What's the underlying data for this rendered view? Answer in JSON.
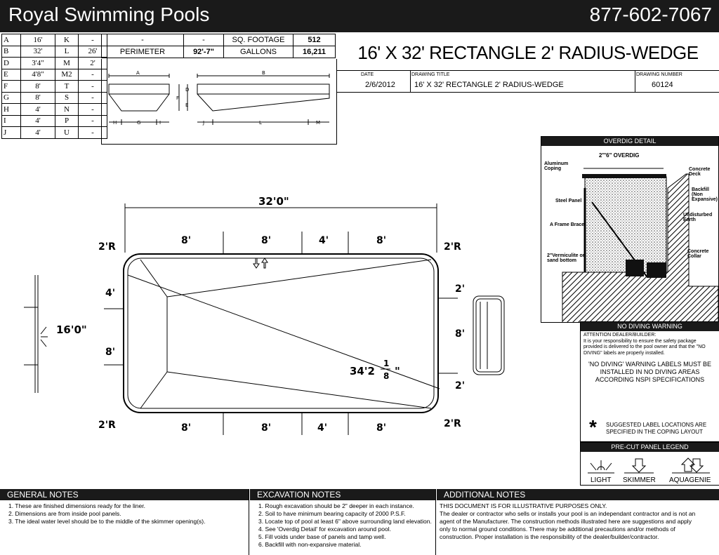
{
  "header": {
    "company": "Royal Swimming Pools",
    "phone": "877-602-7067"
  },
  "dims_table": [
    [
      "A",
      "16'",
      "K",
      "-"
    ],
    [
      "B",
      "32'",
      "L",
      "26'"
    ],
    [
      "D",
      "3'4\"",
      "M",
      "2'"
    ],
    [
      "E",
      "4'8\"",
      "M2",
      "-"
    ],
    [
      "F",
      "8'",
      "T",
      "-"
    ],
    [
      "G",
      "8'",
      "S",
      "-"
    ],
    [
      "H",
      "4'",
      "N",
      "-"
    ],
    [
      "I",
      "4'",
      "P",
      "-"
    ],
    [
      "J",
      "4'",
      "U",
      "-"
    ]
  ],
  "summary": {
    "r1c1": "-",
    "r1c2": "-",
    "sq_label": "SQ. FOOTAGE",
    "sq_value": "512",
    "perim_label": "PERIMETER",
    "perim_value": "92'-7\"",
    "gal_label": "GALLONS",
    "gal_value": "16,211"
  },
  "title": "16' X 32' RECTANGLE  2' RADIUS-WEDGE",
  "titleblock": {
    "date_label": "DATE",
    "date_value": "2/6/2012",
    "dtitle_label": "DRAWING TITLE",
    "dtitle_value": "16' X 32' RECTANGLE  2' RADIUS-WEDGE",
    "dnum_label": "DRAWING NUMBER",
    "dnum_value": "60124"
  },
  "profile_labels": {
    "a": "A",
    "b": "B",
    "d": "D",
    "e": "E",
    "f": "F",
    "h": "H",
    "g": "G",
    "i": "I",
    "j": "J",
    "l": "L",
    "m": "M"
  },
  "plan": {
    "overall_length": "32'0\"",
    "overall_width": "16'0\"",
    "top_segments": [
      "8'",
      "8'",
      "4'",
      "8'"
    ],
    "bottom_segments": [
      "8'",
      "8'",
      "4'",
      "8'"
    ],
    "radius_tl": "2'R",
    "radius_tr": "2'R",
    "radius_bl": "2'R",
    "radius_br": "2'R",
    "left_a": "4'",
    "left_b": "8'",
    "right_a": "2'",
    "right_b": "8'",
    "right_c": "2'",
    "diagonal_main": "34'2",
    "diagonal_num": "1",
    "diagonal_den": "8",
    "diagonal_unit": "\""
  },
  "overdig": {
    "heading": "OVERDIG DETAIL",
    "dim": "2\"'6\" OVERDIG",
    "aluminum": "Aluminum Coping",
    "concrete_deck": "Concrete Deck",
    "backfill": "Backfill (Non Expansive)",
    "steel_panel": "Steel Panel",
    "undisturbed": "Undisturbed Earth",
    "a_frame": "A Frame Brace",
    "concrete_collar": "Concrete Collar",
    "vermiculite": "2\"Vermiculite or sand bottom"
  },
  "warning": {
    "heading": "NO DIVING WARNING",
    "attention": "ATTENTION DEALER/BUILDER:",
    "body": "It is your responsibility to ensure the safety package provided is delivered to the pool owner and that the \"NO DIVING\" labels are properly installed.",
    "line1": "'NO DIVING' WARNING LABELS MUST BE",
    "line2": "INSTALLED IN NO DIVING AREAS",
    "line3": "ACCORDING NSPI SPECIFICATIONS",
    "star": "*",
    "suggest1": "SUGGESTED LABEL LOCATIONS ARE",
    "suggest2": "SPECIFIED IN THE COPING LAYOUT"
  },
  "legend": {
    "heading": "PRE-CUT PANEL LEGEND",
    "light": "LIGHT",
    "skimmer": "SKIMMER",
    "aquagenie": "AQUAGENIE"
  },
  "notes": {
    "general_head": "GENERAL NOTES",
    "general": [
      "1.  These are finished dimensions ready for the liner.",
      "2.  Dimensions are from inside pool panels.",
      "3.  The ideal water level should be to the middle of the skimmer opening(s)."
    ],
    "excavation_head": "EXCAVATION NOTES",
    "excavation": [
      "1.  Rough excavation should be 2\" deeper in each instance.",
      "2.  Soil to have minimum bearing capacity of 2000 P.S.F.",
      "3.  Locate top of pool at least 6\" above surrounding land elevation.",
      "4.  See 'Overdig Detail' for excavation around pool.",
      "5.  Fill voids under base of panels and tamp well.",
      "6.  Backfill with non-expansive material."
    ],
    "additional_head": "ADDITIONAL NOTES",
    "additional": [
      "THIS DOCUMENT IS FOR ILLUSTRATIVE PURPOSES ONLY.",
      "The dealer or contractor who sells or installs your pool is an independant contractor and is not an",
      "agent of the Manufacturer.  The construction methods illustrated here are suggestions and apply",
      "only to normal ground conditions.  There may be additional precautions and/or methods of",
      "construction.  Proper installation is the responsibility of the dealer/builder/contractor."
    ]
  }
}
